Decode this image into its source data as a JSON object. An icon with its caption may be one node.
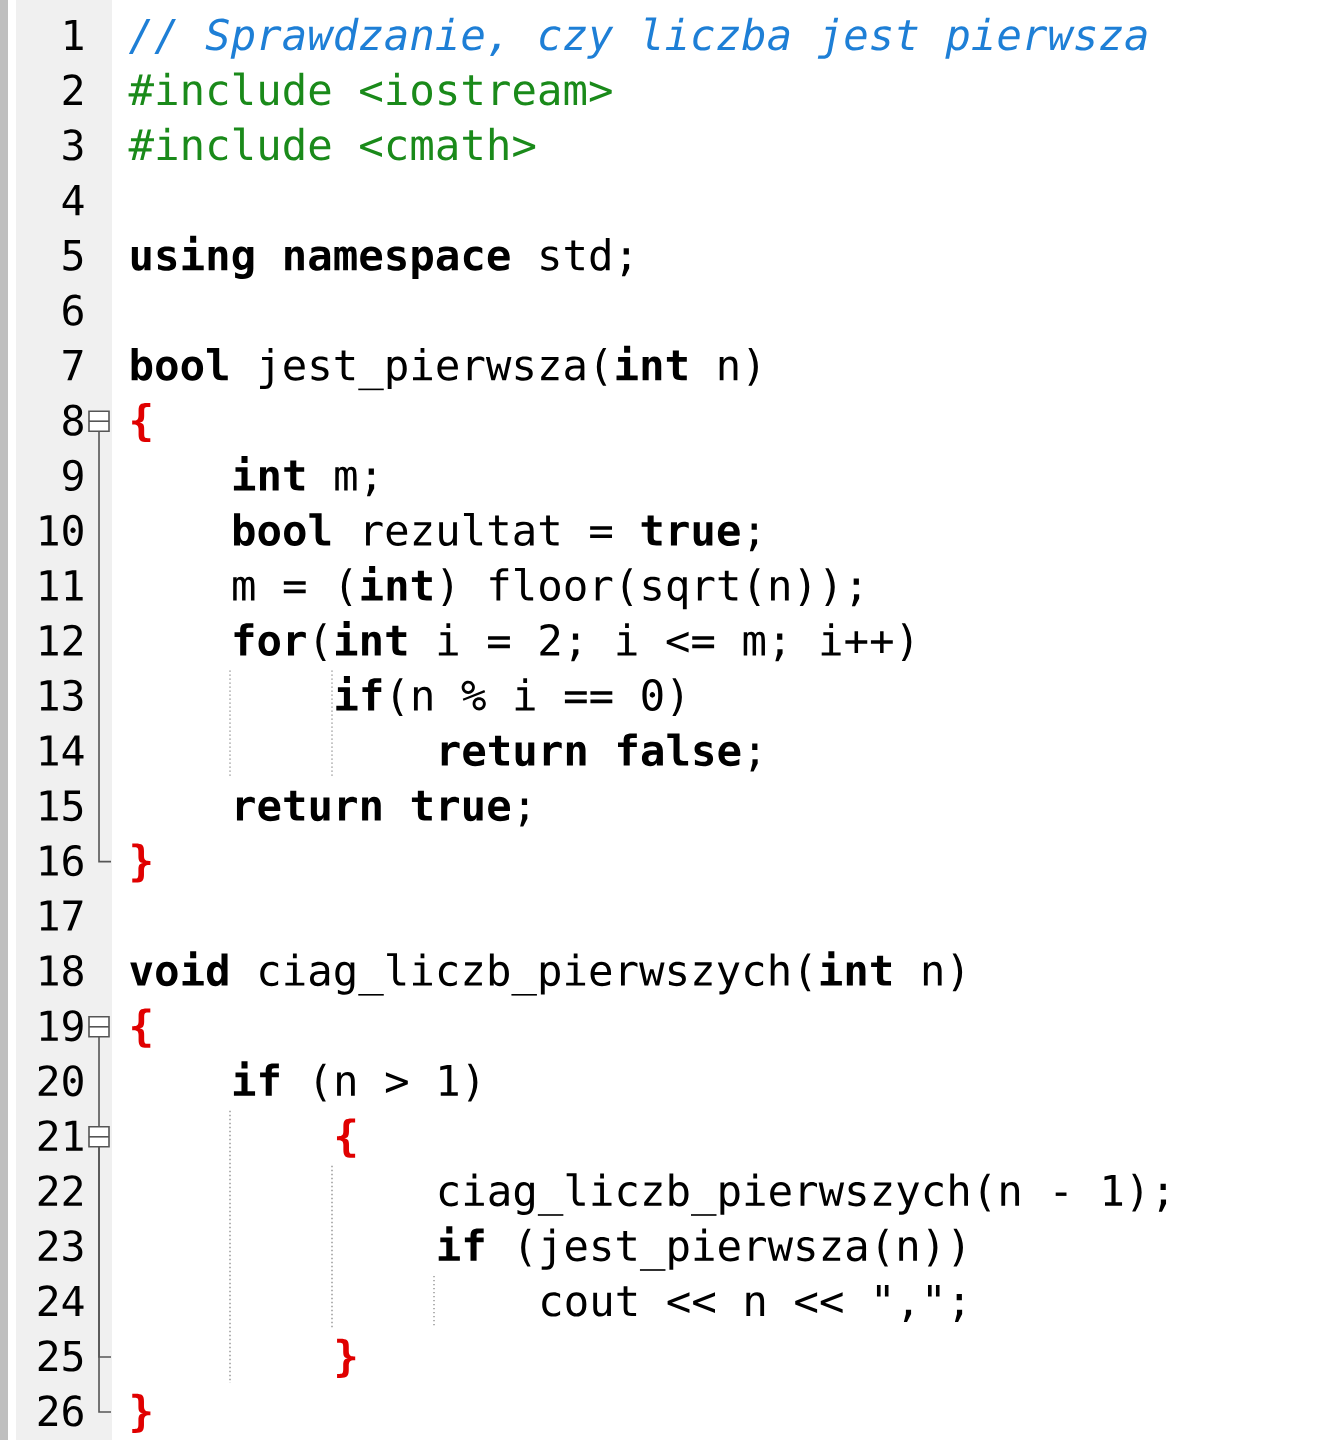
{
  "diagram": {
    "labels": [
      "1",
      "// Sprawdzanie, czy liczba jest pierwsza",
      "2",
      "#include <iostream>",
      "3",
      "#include <cmath>",
      "4",
      "5",
      "**using** **namespace** std;",
      "6",
      "7",
      "**bool** jest_pierwsza(**int** n)",
      "8",
      "{",
      "9",
      "**int** m;",
      "10",
      "**bool** rezultat = **true**;",
      "11",
      "m = (**int**) floor(sqrt(n));",
      "12",
      "**for**(**int** i = 2; i <= m; i++)",
      "13",
      "**if**(n % i == 0)",
      "14",
      "**return** **false**;",
      "15",
      "**return** **true**;",
      "16",
      "}",
      "17",
      "18",
      "**void** ciag_liczb_pierwszych(**int** n)",
      "19",
      "{",
      "20",
      "**if** (n > 1)",
      "21",
      "{",
      "22",
      "ciag_liczb_pierwszych(n - 1);",
      "23",
      "**if** (jest_pierwsza(n))",
      "24",
      "cout << n << \",\";",
      "25",
      "}",
      "26",
      "}"
    ]
  }
}
